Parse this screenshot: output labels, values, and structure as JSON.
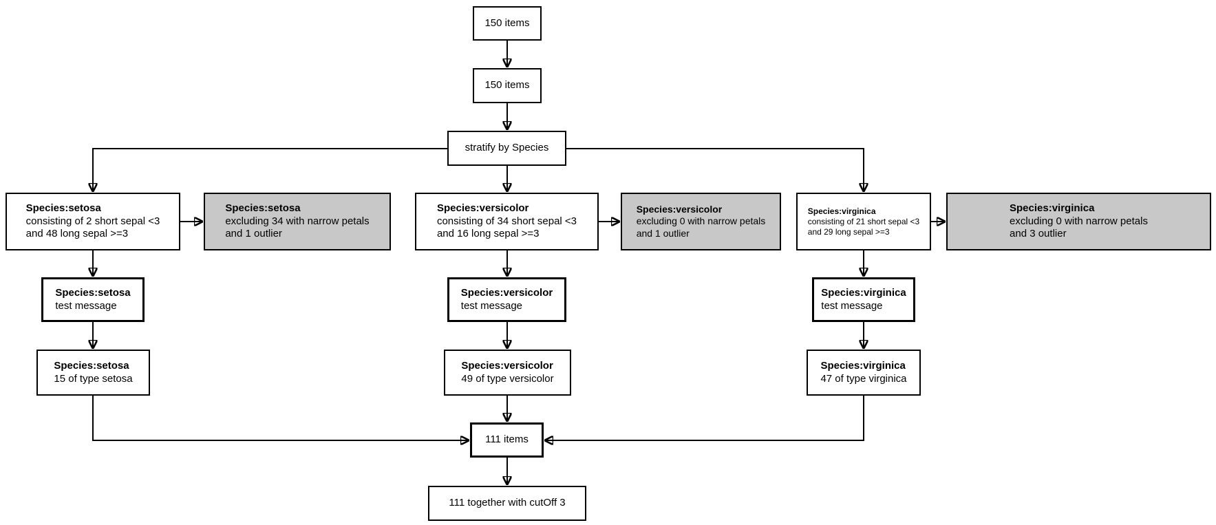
{
  "colors": {
    "background": "#ffffff",
    "box_fill": "#ffffff",
    "exclusion_box_fill": "#c8c8c8",
    "border": "#000000"
  },
  "top_boxes": [
    {
      "text": "150 items"
    },
    {
      "text": "150 items"
    }
  ],
  "stratify": {
    "text": "stratify by Species"
  },
  "branches": [
    {
      "name": "setosa",
      "main": {
        "title": "Species:setosa",
        "lines": [
          "consisting of 2 short sepal <3",
          "and 48 long sepal >=3"
        ]
      },
      "side": {
        "title": "Species:setosa",
        "lines": [
          "excluding 34 with narrow petals",
          "and 1 outlier"
        ]
      },
      "test": {
        "title": "Species:setosa",
        "line": "test message"
      },
      "count": {
        "title": "Species:setosa",
        "line": "15 of type setosa"
      }
    },
    {
      "name": "versicolor",
      "main": {
        "title": "Species:versicolor",
        "lines": [
          "consisting of 34 short sepal <3",
          "and 16 long sepal >=3"
        ]
      },
      "side": {
        "title": "Species:versicolor",
        "lines": [
          "excluding 0 with narrow petals",
          "and 1 outlier"
        ]
      },
      "test": {
        "title": "Species:versicolor",
        "line": "test message"
      },
      "count": {
        "title": "Species:versicolor",
        "line": "49 of type versicolor"
      }
    },
    {
      "name": "virginica",
      "main": {
        "title": "Species:virginica",
        "lines": [
          "consisting of 21 short sepal <3",
          "and 29 long sepal >=3"
        ]
      },
      "side": {
        "title": "Species:virginica",
        "lines": [
          "excluding 0 with narrow petals",
          "and 3 outlier"
        ]
      },
      "test": {
        "title": "Species:virginica",
        "line": "test message"
      },
      "count": {
        "title": "Species:virginica",
        "line": "47 of type virginica"
      }
    }
  ],
  "merge_box": {
    "text": "111 items"
  },
  "final_box": {
    "text": "111 together with cutOff 3"
  }
}
